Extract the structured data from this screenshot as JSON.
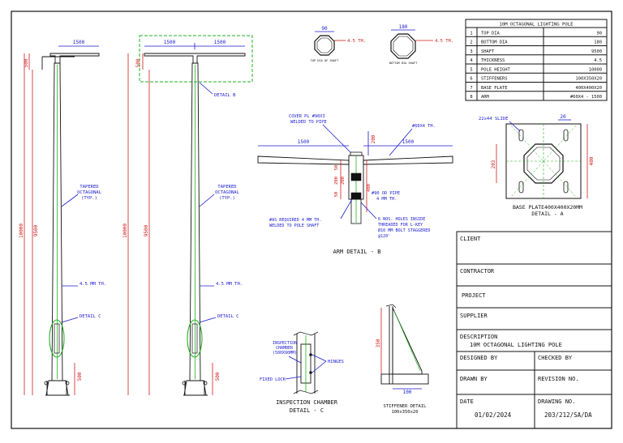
{
  "pole_left": {
    "arm": "1500",
    "top_h": "500",
    "height": "10000",
    "shaft": "9500",
    "tapered": [
      "TAPERED",
      "OCTAGONAL",
      "(TYP.)"
    ],
    "thickness": "4.5 MM TH.",
    "detail": "DETAIL C",
    "base": "500"
  },
  "pole_right": {
    "arm_left": "1500",
    "arm_right": "1500",
    "top_h": "500",
    "height": "10000",
    "shaft": "9500",
    "detail_b": "DETAIL B",
    "tapered": [
      "TAPERED",
      "OCTAGONAL",
      "(TYP.)"
    ],
    "thickness": "4.5 MM TH.",
    "detail_c": "DETAIL C",
    "base": "500"
  },
  "sections": {
    "top_dim": "90",
    "top_th": "4.5 TH.",
    "top_caption": "TOP DIA OF SHAFT",
    "bot_dim": "180",
    "bot_th": "4.5 TH.",
    "bot_caption": "BOTTOM DIA SHAFT"
  },
  "spec_table": {
    "title": "10M OCTAGONAL LIGHTING POLE",
    "rows": [
      {
        "no": "1",
        "item": "TOP DIA",
        "val": "90"
      },
      {
        "no": "2",
        "item": "BOTTOM DIA",
        "val": "180"
      },
      {
        "no": "3",
        "item": "SHAFT",
        "val": "9500"
      },
      {
        "no": "4",
        "item": "THICKNESS",
        "val": "4.5"
      },
      {
        "no": "5",
        "item": "POLE HEIGHT",
        "val": "10000"
      },
      {
        "no": "6",
        "item": "STIFFENERS",
        "val": "100X350X20"
      },
      {
        "no": "7",
        "item": "BASE PLATE",
        "val": "400X400X20"
      },
      {
        "no": "8",
        "item": "ARM",
        "val": "#60X4 - 1500"
      }
    ]
  },
  "arm_detail": {
    "cover": [
      "COVER PL #90X3",
      "WELDED TO PIPE"
    ],
    "pipe_top": "#60X4 TH.",
    "arm_left": "1500",
    "arm_right": "1500",
    "d200": "200",
    "d50a": "50",
    "d200b": "200",
    "d50b": "50",
    "d400": "400",
    "od_pipe": [
      "#90 OD PIPE",
      "4 MM TH."
    ],
    "as_req": [
      "#AS REQUIRED 4 MM TH.",
      "WELDED TO POLE SHAFT"
    ],
    "holes": [
      "6 NOS. HOLES INSIDE",
      "THREADED FOR L-KEY",
      "Ø10 MM BOLT STAGGERED",
      "@120'"
    ],
    "caption": "ARM DETAIL - B"
  },
  "base_plate": {
    "slide": "22x44 SLIDE",
    "d20": "20",
    "d203": "203",
    "d400": "400",
    "caption": [
      "BASE PLATE400X400X20MM",
      "DETAIL - A"
    ]
  },
  "inspection": {
    "chamber": [
      "INSPECTION",
      "CHAMBER",
      "(500X90MM)"
    ],
    "hinges": "HINGES",
    "lock": "FIXED LOCK",
    "caption": [
      "INSPECTION CHAMBER",
      "DETAIL - C"
    ]
  },
  "stiffener": {
    "d350": "350",
    "d100": "100",
    "caption": [
      "STIFFENER DETAIL",
      "100x350x20"
    ]
  },
  "title_block": {
    "client": "CLIENT",
    "contractor": "CONTRACTOR",
    "project": "PROJECT",
    "supplier": "SUPPLIER",
    "description_label": "DESCRIPTION",
    "description": "10M OCTAGONAL LIGHTING POLE",
    "designed_by": "DESIGNED BY",
    "checked_by": "CHECKED BY",
    "drawn_by": "DRAWN BY",
    "revision": "REVISION NO.",
    "date_label": "DATE",
    "date": "01/02/2024",
    "drawing_label": "DRAWING NO.",
    "drawing_no": "203/212/SA/DA"
  }
}
